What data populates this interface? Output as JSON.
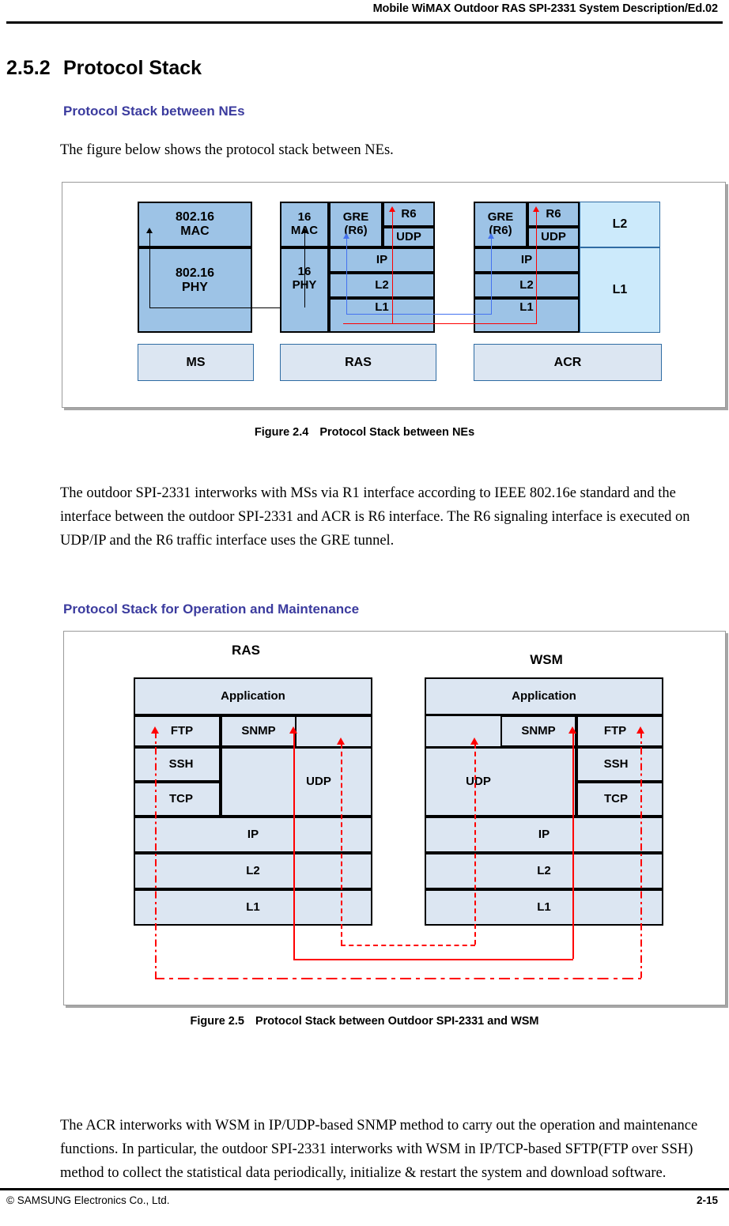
{
  "header": {
    "title": "Mobile WiMAX Outdoor RAS SPI-2331 System Description/Ed.02"
  },
  "section": {
    "number": "2.5.2",
    "title": "Protocol Stack"
  },
  "subheadings": {
    "nes": "Protocol Stack between NEs",
    "om": "Protocol Stack for Operation and Maintenance"
  },
  "paragraphs": {
    "intro": "The figure below shows the protocol stack between NEs.",
    "after_fig1": "The outdoor SPI-2331 interworks with MSs via R1 interface according to IEEE 802.16e standard and the interface between the outdoor SPI-2331 and ACR is R6 interface. The R6 signaling interface is executed on UDP/IP and the R6 traffic interface uses the GRE tunnel.",
    "after_fig2": "The ACR interworks with WSM in IP/UDP-based SNMP method to carry out the operation and maintenance functions. In particular, the outdoor SPI-2331 interworks with WSM in IP/TCP-based SFTP(FTP over SSH) method to collect the statistical data periodically, initialize & restart the system and download software."
  },
  "captions": {
    "fig1_label": "Figure 2.4",
    "fig1_text": "Protocol Stack between NEs",
    "fig2_label": "Figure 2.5",
    "fig2_text": "Protocol Stack between Outdoor SPI-2331 and WSM"
  },
  "figure1": {
    "ms": {
      "node_label": "MS",
      "layers": [
        {
          "line1": "802.16",
          "line2": "MAC"
        },
        {
          "line1": "802.16",
          "line2": "PHY"
        }
      ]
    },
    "ras": {
      "node_label": "RAS",
      "air_layers": [
        {
          "line1": "16",
          "line2": "MAC"
        },
        {
          "line1": "16",
          "line2": "PHY"
        }
      ],
      "gre": "GRE\n(R6)",
      "gre_line1": "GRE",
      "gre_line2": "(R6)",
      "r6": "R6",
      "udp": "UDP",
      "ip": "IP",
      "l2": "L2",
      "l1": "L1"
    },
    "acr": {
      "node_label": "ACR",
      "gre_line1": "GRE",
      "gre_line2": "(R6)",
      "r6": "R6",
      "udp": "UDP",
      "ip": "IP",
      "l2": "L2",
      "l1": "L1",
      "right_l2": "L2",
      "right_l1": "L1"
    },
    "colors": {
      "stack_fill": "#9dc3e6",
      "right_fill": "#cceafb",
      "node_fill": "#dce6f2",
      "node_border": "#2f6ca3",
      "signal_arrow": "#ff0000",
      "traffic_arrow": "#4472f0"
    }
  },
  "figure2": {
    "ras": {
      "title": "RAS",
      "application": "Application",
      "ftp": "FTP",
      "snmp": "SNMP",
      "ssh": "SSH",
      "tcp": "TCP",
      "udp": "UDP",
      "ip": "IP",
      "l2": "L2",
      "l1": "L1"
    },
    "wsm": {
      "title": "WSM",
      "application": "Application",
      "snmp": "SNMP",
      "ftp": "FTP",
      "udp": "UDP",
      "ssh": "SSH",
      "tcp": "TCP",
      "ip": "IP",
      "l2": "L2",
      "l1": "L1"
    },
    "colors": {
      "stack_fill": "#dce6f2",
      "connector": "#ff0000"
    }
  },
  "footer": {
    "copyright": "© SAMSUNG Electronics Co., Ltd.",
    "page": "2-15"
  }
}
